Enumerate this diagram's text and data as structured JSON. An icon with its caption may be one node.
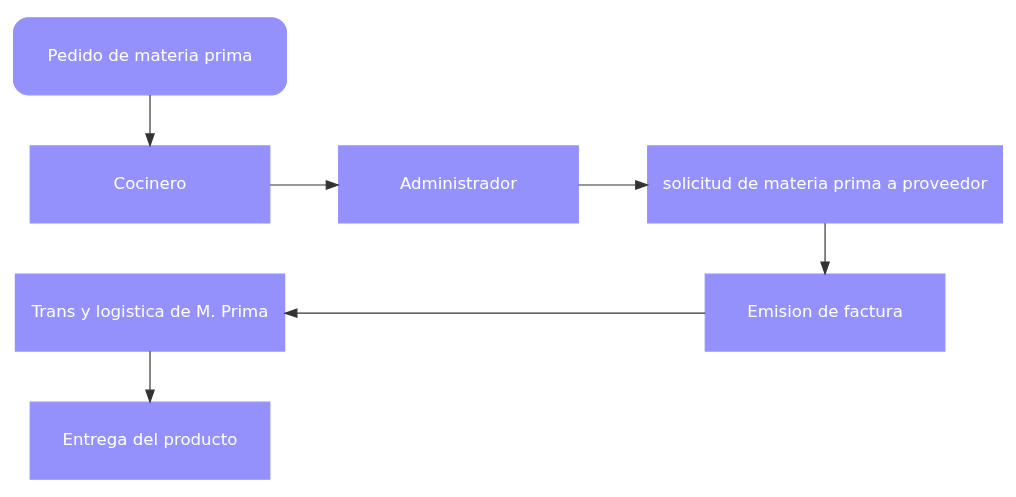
{
  "diagram": {
    "nodes": [
      {
        "text": [
          "Pedido de materia prima"
        ]
      },
      {
        "text": [
          "Cocinero"
        ]
      },
      {
        "text": [
          "Administrador"
        ]
      },
      {
        "text": [
          "solicitud de materia prima a proveedor"
        ]
      },
      {
        "text": [
          "Emision de factura"
        ]
      },
      {
        "text": [
          "Trans y logistica de M. Prima"
        ]
      },
      {
        "text": [
          "Entrega del producto"
        ]
      }
    ],
    "edges": [
      {
        "from": 0,
        "to": 1,
        "arrow": "to"
      },
      {
        "from": 1,
        "to": 2,
        "arrow": "to"
      },
      {
        "from": 2,
        "to": 3,
        "arrow": "to"
      },
      {
        "from": 3,
        "to": 4,
        "arrow": "to"
      },
      {
        "from": 4,
        "to": 5,
        "arrow": "to"
      },
      {
        "from": 5,
        "to": 6,
        "arrow": "to"
      }
    ]
  }
}
